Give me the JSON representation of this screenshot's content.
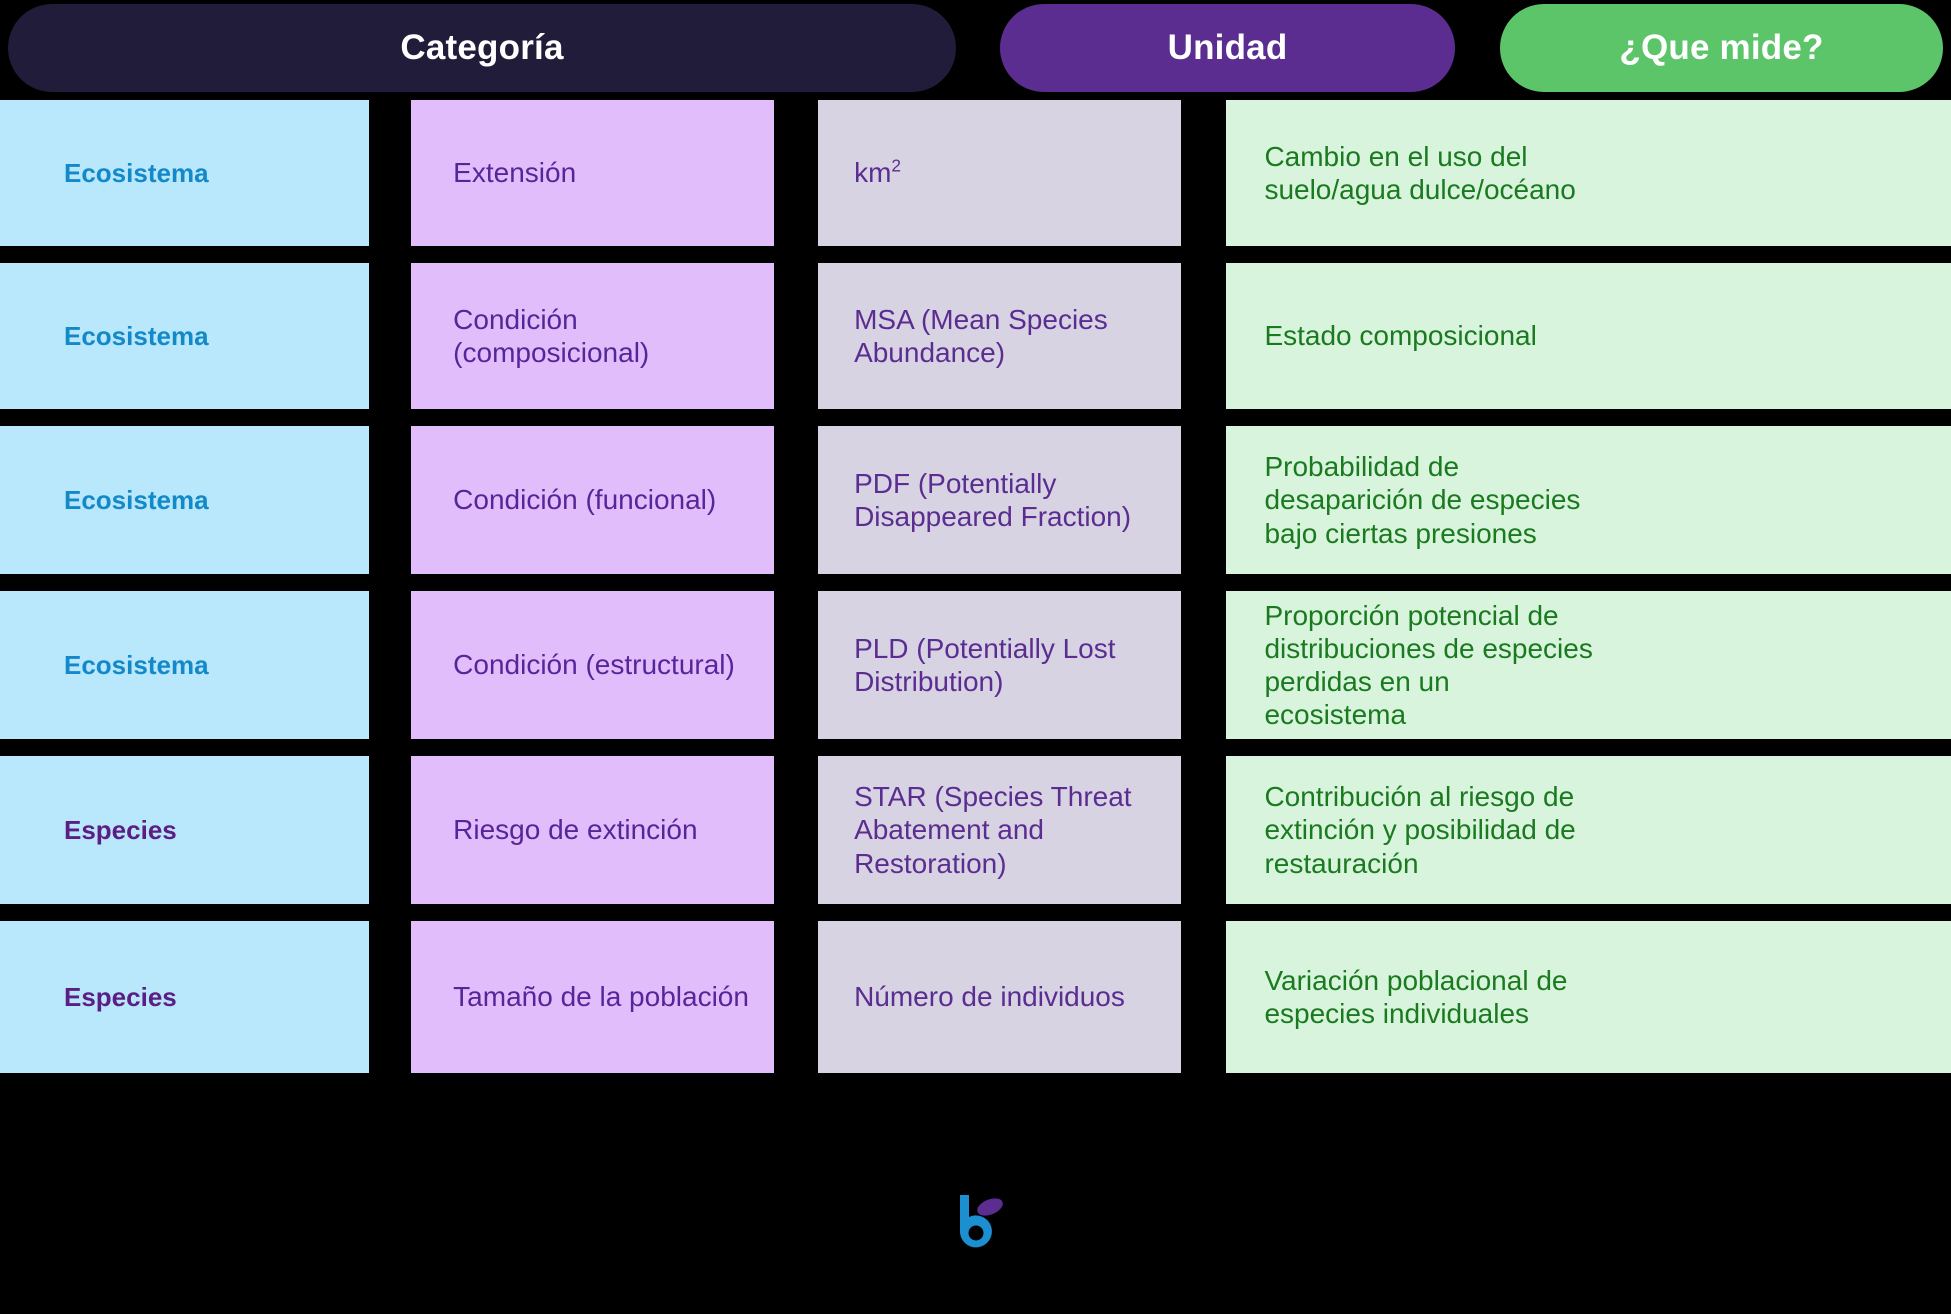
{
  "header": {
    "columns": [
      {
        "label": "Categoría",
        "color": "#201c3a"
      },
      {
        "label": "Unidad",
        "color": "#5b2d91"
      },
      {
        "label": "¿Que mide?",
        "color": "#5cc469"
      }
    ]
  },
  "colors": {
    "background": "#000000",
    "category_cell": "#b9e7fb",
    "indicator_cell": "#e1bdfb",
    "unit_cell": "#d7d3e3",
    "measure_cell": "#d9f4dd",
    "category_ecosistema_text": "#1389c9",
    "category_especies_text": "#5b1e86",
    "indicator_text": "#57259a",
    "unit_text": "#5b2d91",
    "measure_text": "#1a7a1f",
    "logo_blue": "#1b8fd0",
    "logo_purple": "#5b2d91"
  },
  "logo": {
    "name": "brand-b-logo",
    "letter": "b"
  },
  "rows": [
    {
      "categoria": "Ecosistema",
      "indicador": "Extensión",
      "unidad": "km",
      "unidad_sup": "2",
      "que_mide": "Cambio en el uso del suelo/agua dulce/océano"
    },
    {
      "categoria": "Ecosistema",
      "indicador": "Condición (composicional)",
      "unidad": "MSA (Mean Species Abundance)",
      "unidad_sup": "",
      "que_mide": "Estado composicional"
    },
    {
      "categoria": "Ecosistema",
      "indicador": "Condición (funcional)",
      "unidad": "PDF (Potentially Disappeared Fraction)",
      "unidad_sup": "",
      "que_mide": "Probabilidad de desaparición de especies bajo ciertas presiones"
    },
    {
      "categoria": "Ecosistema",
      "indicador": "Condición (estructural)",
      "unidad": "PLD (Potentially Lost Distribution)",
      "unidad_sup": "",
      "que_mide": "Proporción potencial de distribuciones de especies perdidas en un ecosistema"
    },
    {
      "categoria": "Especies",
      "indicador": "Riesgo de extinción",
      "unidad": "STAR (Species Threat Abatement and Restoration)",
      "unidad_sup": "",
      "que_mide": "Contribución al riesgo de extinción y posibilidad de restauración"
    },
    {
      "categoria": "Especies",
      "indicador": "Tamaño de la población",
      "unidad": "Número de individuos",
      "unidad_sup": "",
      "que_mide": "Variación poblacional de especies individuales"
    }
  ]
}
